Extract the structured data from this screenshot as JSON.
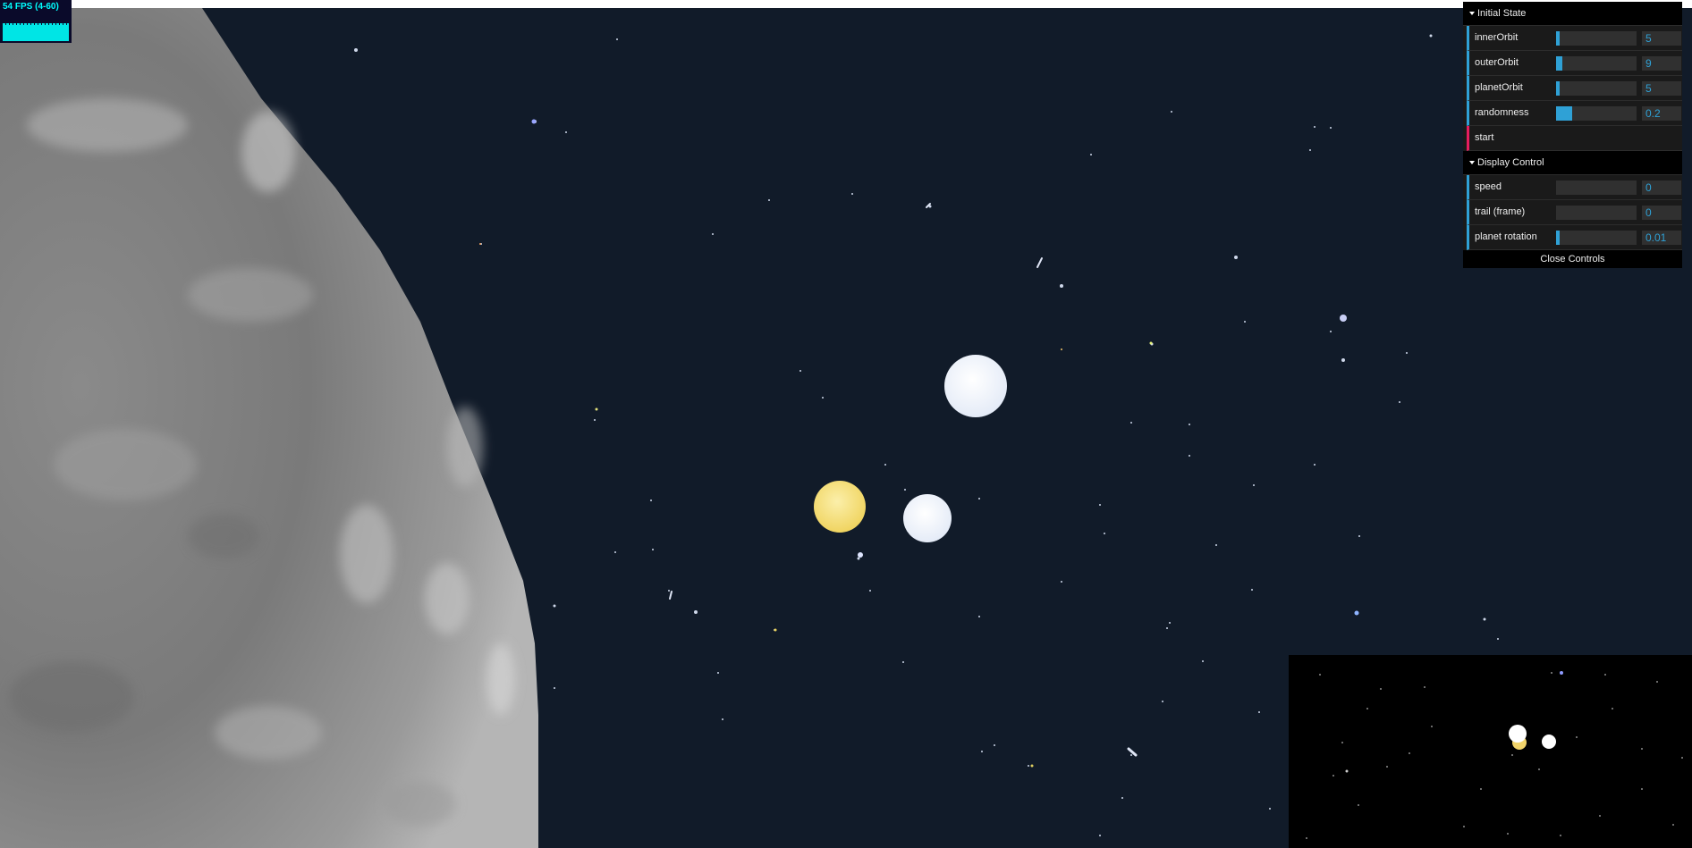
{
  "stats": {
    "fps_text": "54 FPS (4-60)"
  },
  "gui": {
    "folders": [
      {
        "title": "Initial State",
        "rows": [
          {
            "label": "innerOrbit",
            "value": "5",
            "fill": 0.04
          },
          {
            "label": "outerOrbit",
            "value": "9",
            "fill": 0.08
          },
          {
            "label": "planetOrbit",
            "value": "5",
            "fill": 0.04
          },
          {
            "label": "randomness",
            "value": "0.2",
            "fill": 0.2
          }
        ],
        "button_label": "start"
      },
      {
        "title": "Display Control",
        "rows": [
          {
            "label": "speed",
            "value": "0",
            "fill": 0
          },
          {
            "label": "trail (frame)",
            "value": "0",
            "fill": 0
          },
          {
            "label": "planet rotation",
            "value": "0.01",
            "fill": 0.04
          }
        ]
      }
    ],
    "close_label": "Close Controls"
  },
  "colors": {
    "background": "#111b29",
    "accent": "#2fa1d6",
    "button_accent": "#e61d5f",
    "fps": "#00ffff",
    "star_yellow": "#f6e27a",
    "star_white": "#eef2fb"
  }
}
